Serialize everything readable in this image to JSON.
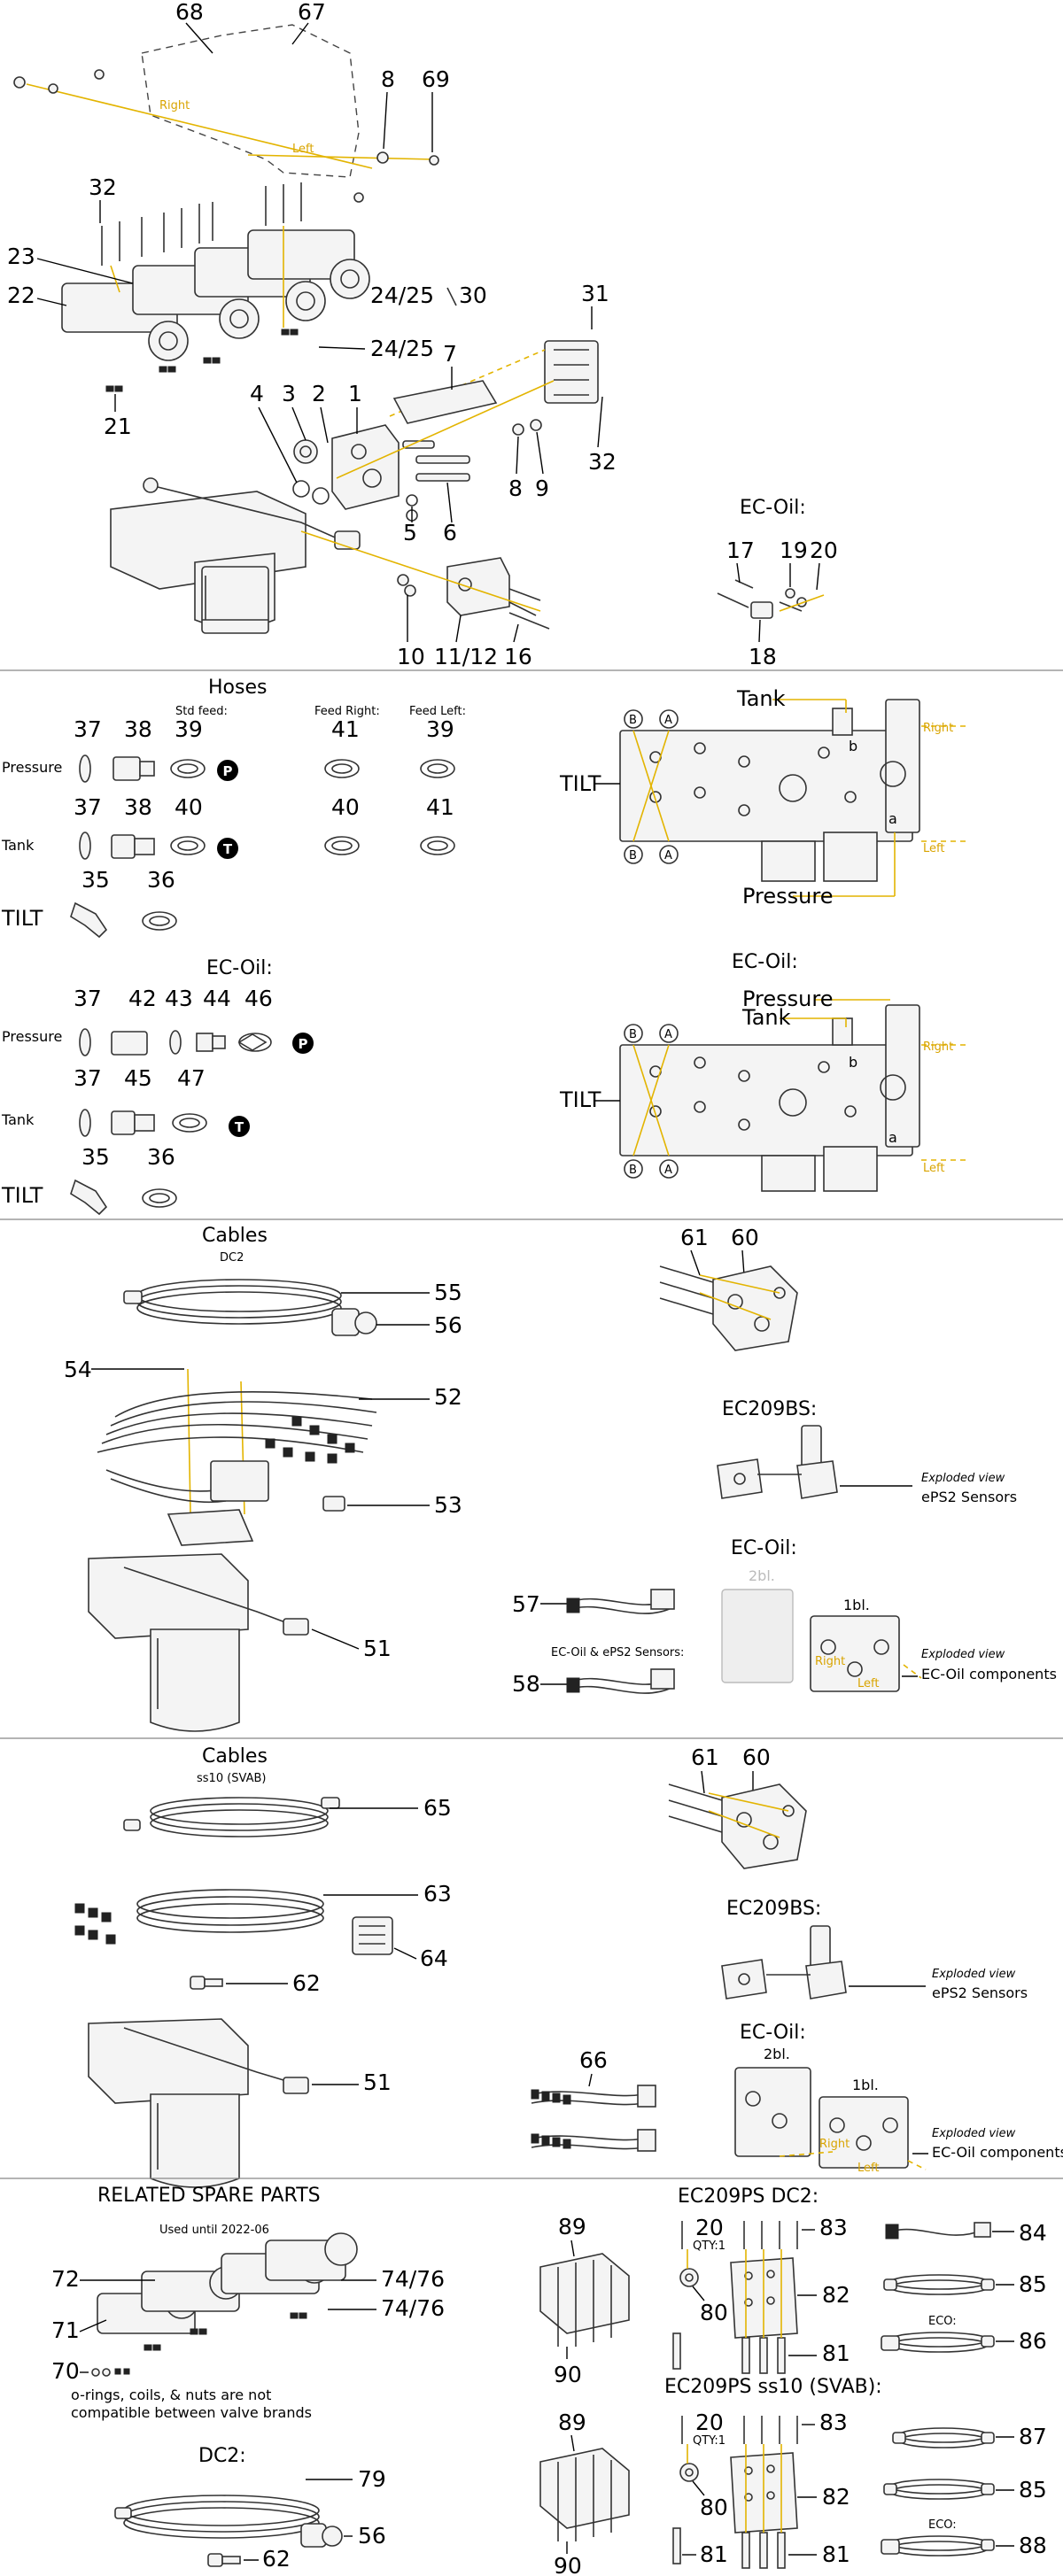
{
  "valve_assembly": {
    "callouts": {
      "n68": "68",
      "n67": "67",
      "n8a": "8",
      "n69": "69",
      "n32a": "32",
      "n23": "23",
      "n22": "22",
      "n21": "21",
      "n2425a": "24/25",
      "n2425b": "24/25",
      "n30": "30",
      "n7": "7",
      "n31": "31",
      "n32b": "32",
      "n4": "4",
      "n3": "3",
      "n2": "2",
      "n1": "1",
      "n5": "5",
      "n6": "6",
      "n8b": "8",
      "n9": "9",
      "n10": "10",
      "n1112": "11/12",
      "n16": "16"
    },
    "right_label": "Right",
    "left_label": "Left",
    "ecoil": {
      "title": "EC-Oil:",
      "n17": "17",
      "n19": "19",
      "n20": "20",
      "n18": "18"
    }
  },
  "hoses": {
    "title": "Hoses",
    "std_feed": "Std feed:",
    "feed_right": "Feed Right:",
    "feed_left": "Feed Left:",
    "pressure_label": "Pressure",
    "tank_label": "Tank",
    "tilt_label": "TILT",
    "p_badge": "P",
    "t_badge": "T",
    "row1": [
      "37",
      "38",
      "39",
      "41",
      "39"
    ],
    "row2": [
      "37",
      "38",
      "40",
      "40",
      "41"
    ],
    "row3": [
      "35",
      "36"
    ],
    "ecoil_title": "EC-Oil:",
    "ecoil_row1": [
      "37",
      "42",
      "43",
      "44",
      "46"
    ],
    "ecoil_row2": [
      "37",
      "45",
      "47"
    ],
    "ecoil_row3": [
      "35",
      "36"
    ]
  },
  "manifold_top": {
    "tank": "Tank",
    "pressure": "Pressure",
    "tilt": "TILT",
    "right": "Right",
    "left": "Left",
    "b": "b",
    "a": "a",
    "port_b": "B",
    "port_a": "A"
  },
  "manifold_bottom": {
    "title": "EC-Oil:",
    "pressure": "Pressure",
    "tank": "Tank",
    "tilt": "TILT",
    "right": "Right",
    "left": "Left",
    "b": "b",
    "a": "a",
    "port_b": "B",
    "port_a": "A"
  },
  "cables_dc2": {
    "title": "Cables",
    "subtitle": "DC2",
    "n55": "55",
    "n56": "56",
    "n54": "54",
    "n52": "52",
    "n53": "53",
    "n51": "51",
    "n61": "61",
    "n60": "60",
    "ec209bs": "EC209BS:",
    "exploded": "Exploded view",
    "eps2": "ePS2 Sensors",
    "ecoil": "EC-Oil:",
    "n57": "57",
    "ecoil_eps2": "EC-Oil & ePS2 Sensors:",
    "n58": "58",
    "bl2": "2bl.",
    "bl1": "1bl.",
    "right": "Right",
    "left": "Left",
    "ecoil_components": "EC-Oil components"
  },
  "cables_ss10": {
    "title": "Cables",
    "subtitle": "ss10 (SVAB)",
    "n65": "65",
    "n63": "63",
    "n64": "64",
    "n62": "62",
    "n51": "51",
    "n61": "61",
    "n60": "60",
    "ec209bs": "EC209BS:",
    "exploded": "Exploded view",
    "eps2": "ePS2 Sensors",
    "ecoil": "EC-Oil:",
    "n66": "66",
    "bl2": "2bl.",
    "bl1": "1bl.",
    "right": "Right",
    "left": "Left",
    "ecoil_components": "EC-Oil components"
  },
  "related": {
    "title": "RELATED SPARE PARTS",
    "used_until": "Used until 2022-06",
    "n72": "72",
    "n7476a": "74/76",
    "n71": "71",
    "n7476b": "74/76",
    "n70": "70",
    "note1": "o-rings, coils, & nuts are not",
    "note2": "compatible between valve brands",
    "dc2": "DC2:",
    "n79": "79",
    "n56": "56",
    "n62": "62"
  },
  "ec209ps_dc2": {
    "title": "EC209PS  DC2:",
    "n89": "89",
    "n90": "90",
    "n20": "20",
    "qty": "QTY:1",
    "n83": "83",
    "n80": "80",
    "n82": "82",
    "n81": "81",
    "n84": "84",
    "n85": "85",
    "eco": "ECO:",
    "n86": "86"
  },
  "ec209ps_ss10": {
    "title": "EC209PS  ss10 (SVAB):",
    "n89": "89",
    "n90": "90",
    "n20": "20",
    "qty": "QTY:1",
    "n83": "83",
    "n80": "80",
    "n82": "82",
    "n81a": "81",
    "n81b": "81",
    "n87": "87",
    "n85": "85",
    "eco": "ECO:",
    "n88": "88"
  }
}
